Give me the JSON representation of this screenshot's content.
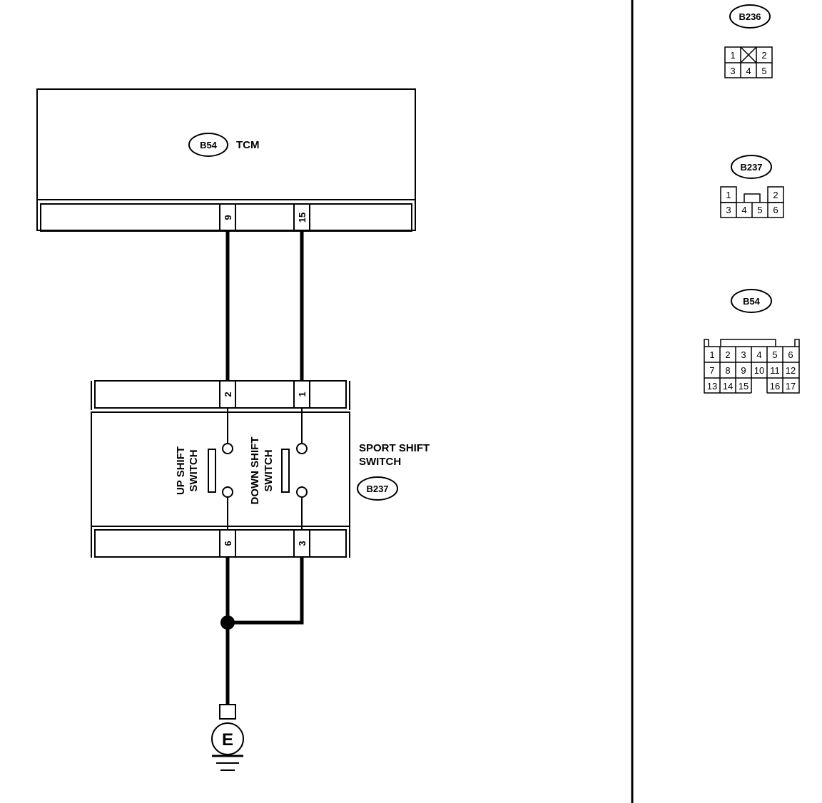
{
  "tcm": {
    "connector": "B54",
    "name": "TCM",
    "pins": [
      "9",
      "15"
    ]
  },
  "switch": {
    "connector": "B237",
    "name_line1": "SPORT SHIFT",
    "name_line2": "SWITCH",
    "top_pins": [
      "2",
      "1"
    ],
    "bottom_pins": [
      "6",
      "3"
    ],
    "up_line1": "UP SHIFT",
    "up_line2": "SWITCH",
    "down_line1": "DOWN SHIFT",
    "down_line2": "SWITCH"
  },
  "ground": {
    "label": "E"
  },
  "connectors": {
    "b236": {
      "name": "B236",
      "row1": [
        "1",
        "",
        "2"
      ],
      "row2": [
        "3",
        "4",
        "5"
      ]
    },
    "b237": {
      "name": "B237",
      "row1": [
        "1",
        "",
        "",
        "2"
      ],
      "row2": [
        "3",
        "4",
        "5",
        "6"
      ]
    },
    "b54": {
      "name": "B54",
      "row1": [
        "1",
        "2",
        "3",
        "4",
        "5",
        "6"
      ],
      "row2": [
        "7",
        "8",
        "9",
        "10",
        "11",
        "12"
      ],
      "row3": [
        "13",
        "14",
        "15",
        "",
        "16",
        "17"
      ]
    }
  }
}
